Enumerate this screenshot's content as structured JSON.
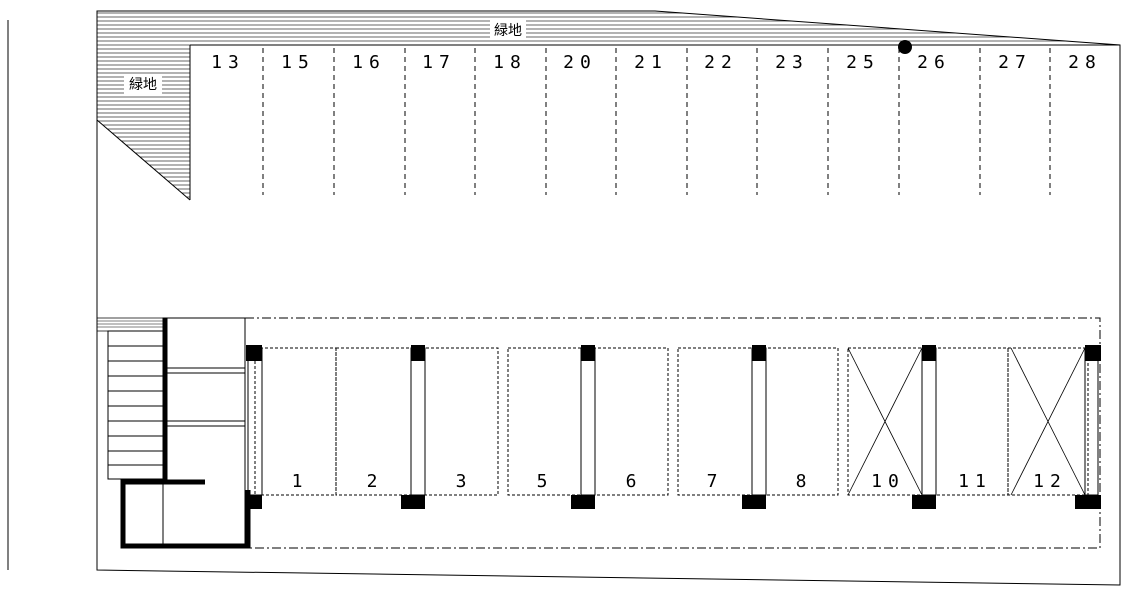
{
  "green_area_top_label": "緑地",
  "green_area_left_label": "緑地",
  "top_row_spaces": [
    "13",
    "15",
    "16",
    "17",
    "18",
    "20",
    "21",
    "22",
    "23",
    "25",
    "26",
    "27",
    "28"
  ],
  "covered_spaces": [
    "1",
    "2",
    "3",
    "5",
    "6",
    "7",
    "8",
    "10",
    "11",
    "12"
  ],
  "crossed_spaces": [
    "10",
    "12"
  ],
  "colors": {
    "line": "#000000",
    "background": "#ffffff"
  }
}
